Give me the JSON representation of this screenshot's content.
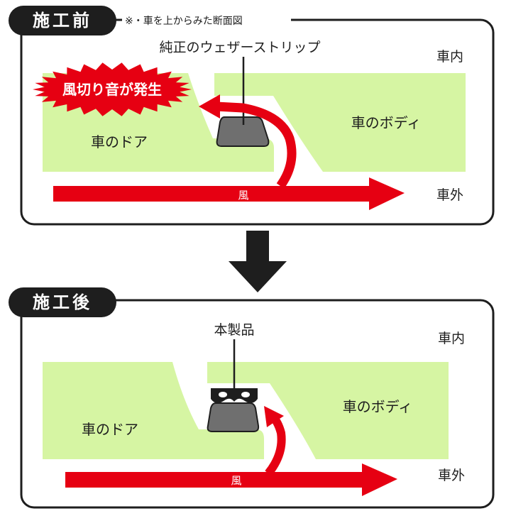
{
  "before": {
    "tab_label": "施工前",
    "note": "※・車を上からみた断面図",
    "callout_label": "純正のウェザーストリップ",
    "burst_label": "風切り音が発生",
    "label_car_inside": "車内",
    "label_car_outside": "車外",
    "label_door": "車のドア",
    "label_body": "車のボディ",
    "label_wind": "風"
  },
  "after": {
    "tab_label": "施工後",
    "callout_label": "本製品",
    "label_car_inside": "車内",
    "label_car_outside": "車外",
    "label_door": "車のドア",
    "label_body": "車のボディ",
    "label_wind": "風"
  },
  "colors": {
    "panel_green": "#d6f5a3",
    "arrow_red": "#e60012",
    "tab_black": "#1e1e1e",
    "seal_gray": "#6f6f6f",
    "burst_red": "#e60012"
  }
}
